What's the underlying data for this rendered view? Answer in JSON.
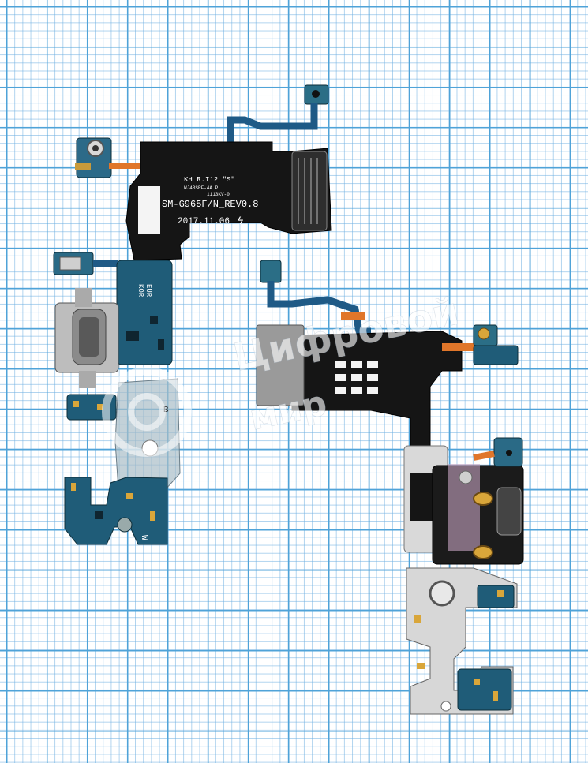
{
  "left_part": {
    "flex_label_line1": "KH R.I12 \"S\"",
    "flex_label_line2": "WJ4BSRF-4A.P",
    "flex_label_line3": "1113KV-0",
    "model_label": "SM-G965F/N_REV0.8",
    "date_label": "2017.11.06",
    "region_label_1": "EUR",
    "region_label_2": "KOR",
    "board_letter": "W",
    "connector_mark": "B"
  },
  "watermark": {
    "line1": "Цифровой",
    "line2": "мир"
  },
  "colors": {
    "grid_major": "#4fa3d8",
    "grid_minor": "#8fc3ea",
    "flex_black": "#151515",
    "pcb_blue": "#1f5c78",
    "copper": "#e0762a",
    "gold": "#d9a63a"
  }
}
